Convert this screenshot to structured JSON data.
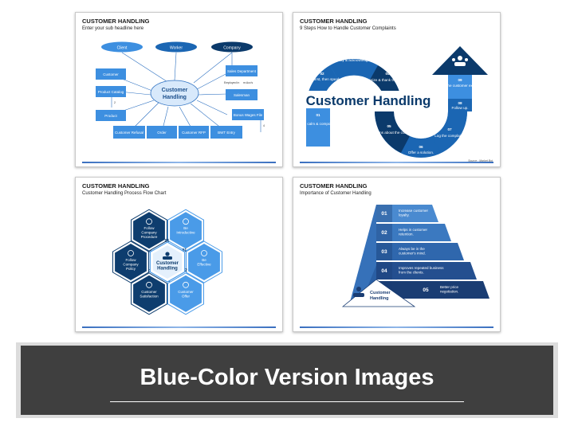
{
  "slide1": {
    "title": "CUSTOMER HANDLING",
    "subtitle": "Enter your sub headline here",
    "top_nodes": [
      "Client",
      "Worker",
      "Company"
    ],
    "center": [
      "Customer",
      "Handling"
    ],
    "left_boxes": [
      "Customer",
      "Product Catalog",
      "Product"
    ],
    "right_boxes": [
      "Sales Department",
      "Salesman",
      "Bonus Wages File"
    ],
    "bottom_boxes": [
      "Customer Refusal",
      "Order",
      "Customer RFP",
      "BWT Entry"
    ],
    "edge_labels": [
      "Employed in",
      "m:Acc's",
      "2",
      "4"
    ]
  },
  "slide2": {
    "title": "CUSTOMER HANDLING",
    "subtitle": "9 Steps How to Handle Customer Complaints",
    "heading": "Customer Handling",
    "source": "Source : Market Bot",
    "steps": [
      {
        "num": "01",
        "text": "Stay calm & composed."
      },
      {
        "num": "02",
        "text": "Listen first, then speak."
      },
      {
        "num": "03",
        "text": "Take responsibility & acknowledge the complaint."
      },
      {
        "num": "04",
        "text": "Apologize & thank the customer."
      },
      {
        "num": "05",
        "text": "Ask questions about the complaint."
      },
      {
        "num": "06",
        "text": "Offer a solution."
      },
      {
        "num": "07",
        "text": "Log the complaint."
      },
      {
        "num": "08",
        "text": "Follow up."
      },
      {
        "num": "09",
        "text": "Improve the customer experience."
      }
    ],
    "colors": {
      "dark": "#0b3a6b",
      "mid": "#1b66b3",
      "light": "#3d8fe0"
    }
  },
  "slide3": {
    "title": "CUSTOMER HANDLING",
    "subtitle": "Customer Handling Process Flow Chart",
    "center": [
      "Customer",
      "Handling"
    ],
    "nodes": [
      {
        "num": "01",
        "text": [
          "Be",
          "Introductive"
        ],
        "icon": "stopwatch-icon"
      },
      {
        "num": "02",
        "text": [
          "Be",
          "Effective"
        ],
        "icon": "target-icon"
      },
      {
        "num": "03",
        "text": [
          "Customer",
          "Offer"
        ],
        "icon": "tag-icon"
      },
      {
        "num": "04",
        "text": [
          "Customer",
          "Satisfaction"
        ],
        "icon": "user-star-icon"
      },
      {
        "num": "05",
        "text": [
          "Follow",
          "Company",
          "Policy"
        ],
        "icon": "scale-icon"
      },
      {
        "num": "06",
        "text": [
          "Follow",
          "Company",
          "Procedure"
        ],
        "icon": "handshake-icon"
      }
    ],
    "colors": {
      "dark": "#0e3d6e",
      "light": "#4a9be8"
    }
  },
  "slide4": {
    "title": "CUSTOMER HANDLING",
    "subtitle": "Importance of Customer Handling",
    "center": [
      "Customer",
      "Handling"
    ],
    "items": [
      {
        "num": "01",
        "text": [
          "Increase customer",
          "loyalty."
        ]
      },
      {
        "num": "02",
        "text": [
          "Helps in customer",
          "retention."
        ]
      },
      {
        "num": "03",
        "text": [
          "Always be in the",
          "customer's mind."
        ]
      },
      {
        "num": "04",
        "text": [
          "Improves repeated business",
          "from the clients."
        ]
      },
      {
        "num": "05",
        "text": [
          "Better price",
          "negotiation."
        ]
      }
    ],
    "colors": [
      "#4a8ad0",
      "#3b79c0",
      "#2f67ad",
      "#244f8f",
      "#1a3d73"
    ]
  },
  "banner": {
    "text": "Blue-Color Version Images"
  }
}
